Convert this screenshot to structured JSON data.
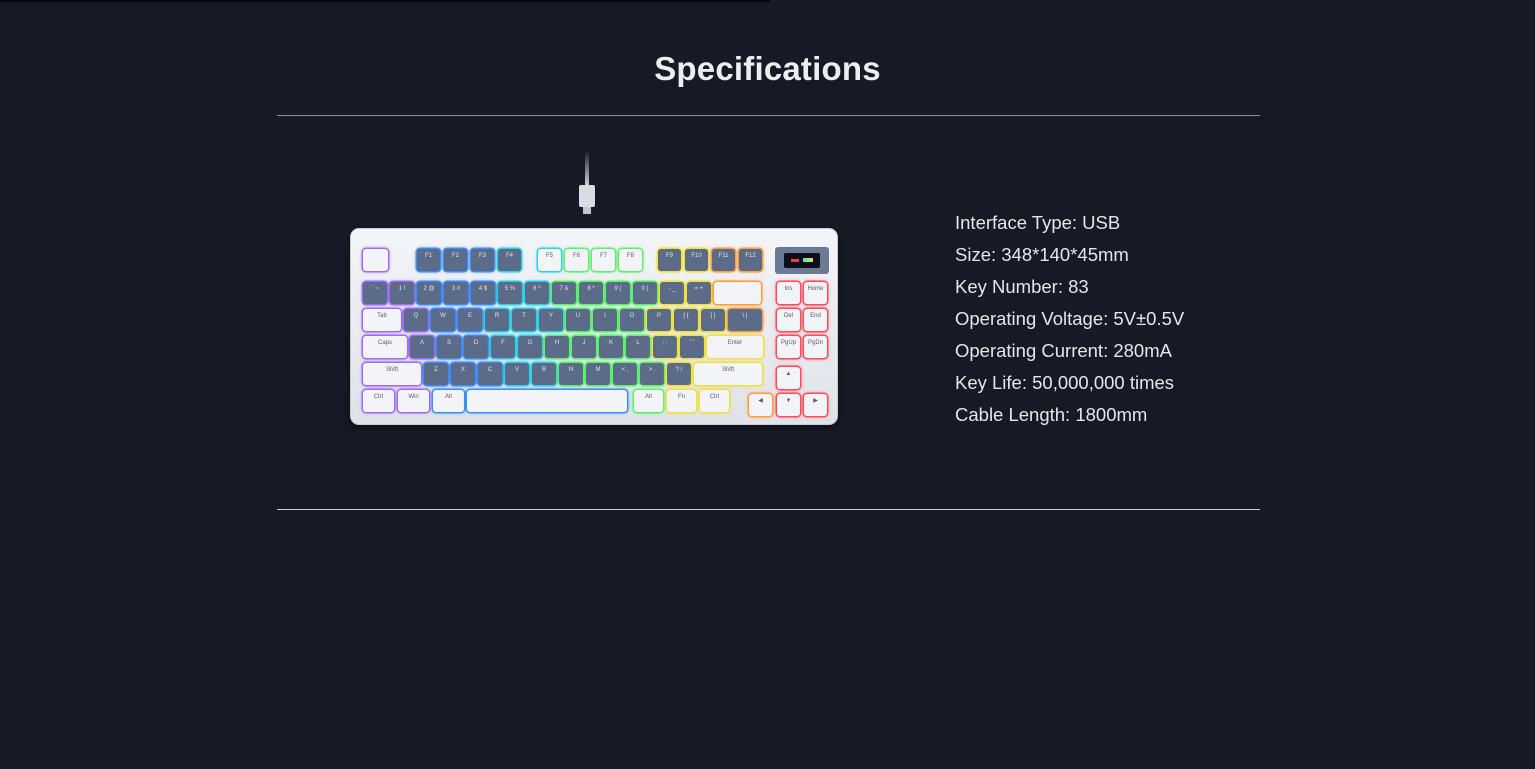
{
  "page": {
    "title": "Specifications"
  },
  "specs": [
    "Interface Type: USB",
    "Size: 348*140*45mm",
    "Key Number: 83",
    "Operating Voltage: 5V±0.5V",
    "Operating Current: 280mA",
    "Key Life: 50,000,000 times",
    "Cable Length: 1800mm"
  ],
  "keyboard": {
    "fn_keys": [
      "F1",
      "F2",
      "F3",
      "F4",
      "F5",
      "F6",
      "F7",
      "F8",
      "F9",
      "F10",
      "F11",
      "F12"
    ],
    "row_numbers": [
      "` ~",
      "1 !",
      "2 @",
      "3 #",
      "4 $",
      "5 %",
      "6 ^",
      "7 &",
      "8 *",
      "9 (",
      "0 )",
      "- _",
      "= +"
    ],
    "row_q": [
      "Tab",
      "Q",
      "W",
      "E",
      "R",
      "T",
      "Y",
      "U",
      "I",
      "O",
      "P",
      "[ {",
      "] }",
      "\\ |"
    ],
    "row_a": [
      "Caps",
      "A",
      "S",
      "D",
      "F",
      "G",
      "H",
      "J",
      "K",
      "L",
      "; :",
      "' \""
    ],
    "row_z": [
      "Shift",
      "Z",
      "X",
      "C",
      "V",
      "B",
      "N",
      "M",
      "< ,",
      "> .",
      "? /"
    ],
    "row_bottom": [
      "Ctrl",
      "Win",
      "Alt",
      "",
      "Alt",
      "Fn",
      "Ctrl"
    ],
    "nav": [
      "Ins",
      "Home",
      "Del",
      "End",
      "PgUp",
      "PgDn"
    ],
    "keys_right": [
      "Enter",
      "Shift"
    ],
    "arrows": [
      "▲",
      "◀",
      "▼",
      "▶"
    ],
    "colors": {
      "background": "#161a25",
      "key_blue": "#5c6c88",
      "key_white": "#f3f4f7",
      "glow_purple": "#9c6cff",
      "glow_blue": "#3c8cff",
      "glow_cyan": "#2fd0e8",
      "glow_green": "#5cf06c",
      "glow_yellow": "#f0e040",
      "glow_orange": "#ff9c3c",
      "glow_red": "#ff4c5c"
    }
  }
}
